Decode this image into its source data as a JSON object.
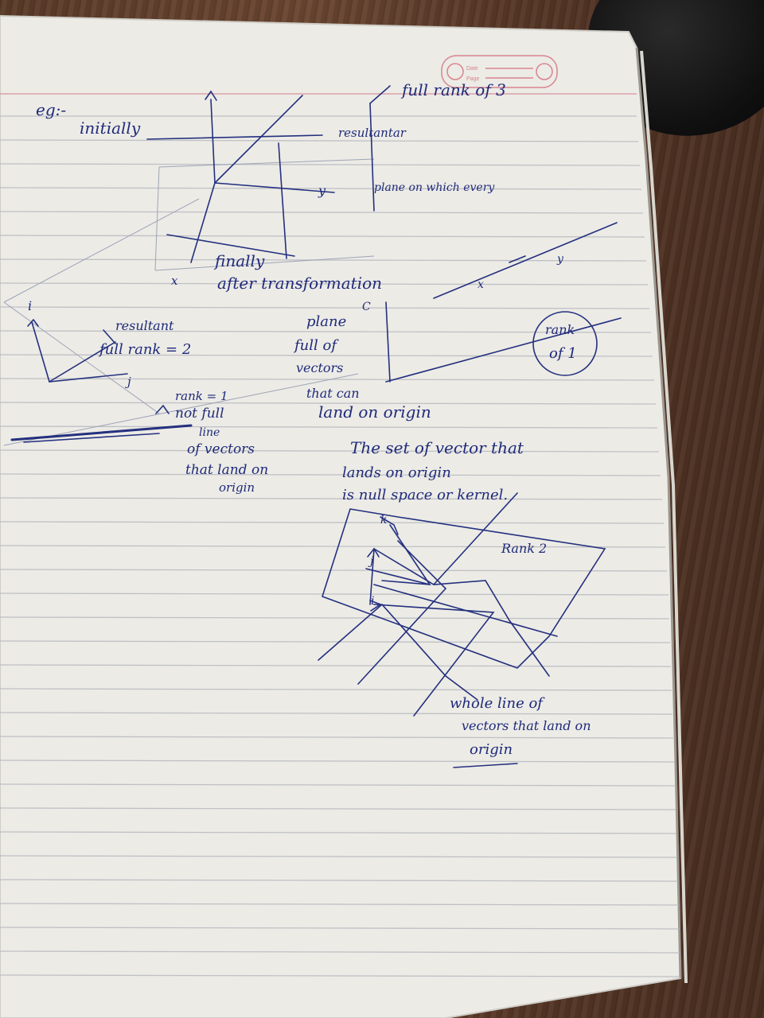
{
  "header": {
    "date_label": "Date",
    "page_label": "Page"
  },
  "notes": {
    "eg": "eg:-",
    "initially": "initially",
    "full_rank_3": "full rank of 3",
    "resultant_top": "resultantar",
    "plane_on_which": "plane on which every",
    "y_top": "y",
    "x_top": "x",
    "finally": "finally",
    "after_transformation": "after transformation",
    "plane_full": "plane",
    "full_of": "full of",
    "vectors": "vectors",
    "that_can": "that can",
    "land_on_origin": "land on origin",
    "c_mark": "C",
    "i_left": "i",
    "resultant_left": "resultant",
    "full_rank_2": "full rank = 2",
    "j_label": "j",
    "rank_1": "rank = 1",
    "not_full": "not full",
    "line": "line",
    "of_vectors": "of vectors",
    "that_land_on": "that land on",
    "origin": "origin",
    "x_right": "x",
    "y_right": "y",
    "rank_of_1_a": "rank",
    "rank_of_1_b": "of 1",
    "set_line1": "The set of vector that",
    "set_line2": "lands on origin",
    "set_line3": "is null space or kernel.",
    "rank_2": "Rank 2",
    "whole_line1": "whole line of",
    "whole_line2": "vectors that land on",
    "whole_line3": "origin",
    "k_mark": "k",
    "j_bottom": "j",
    "i_bottom": "i"
  }
}
